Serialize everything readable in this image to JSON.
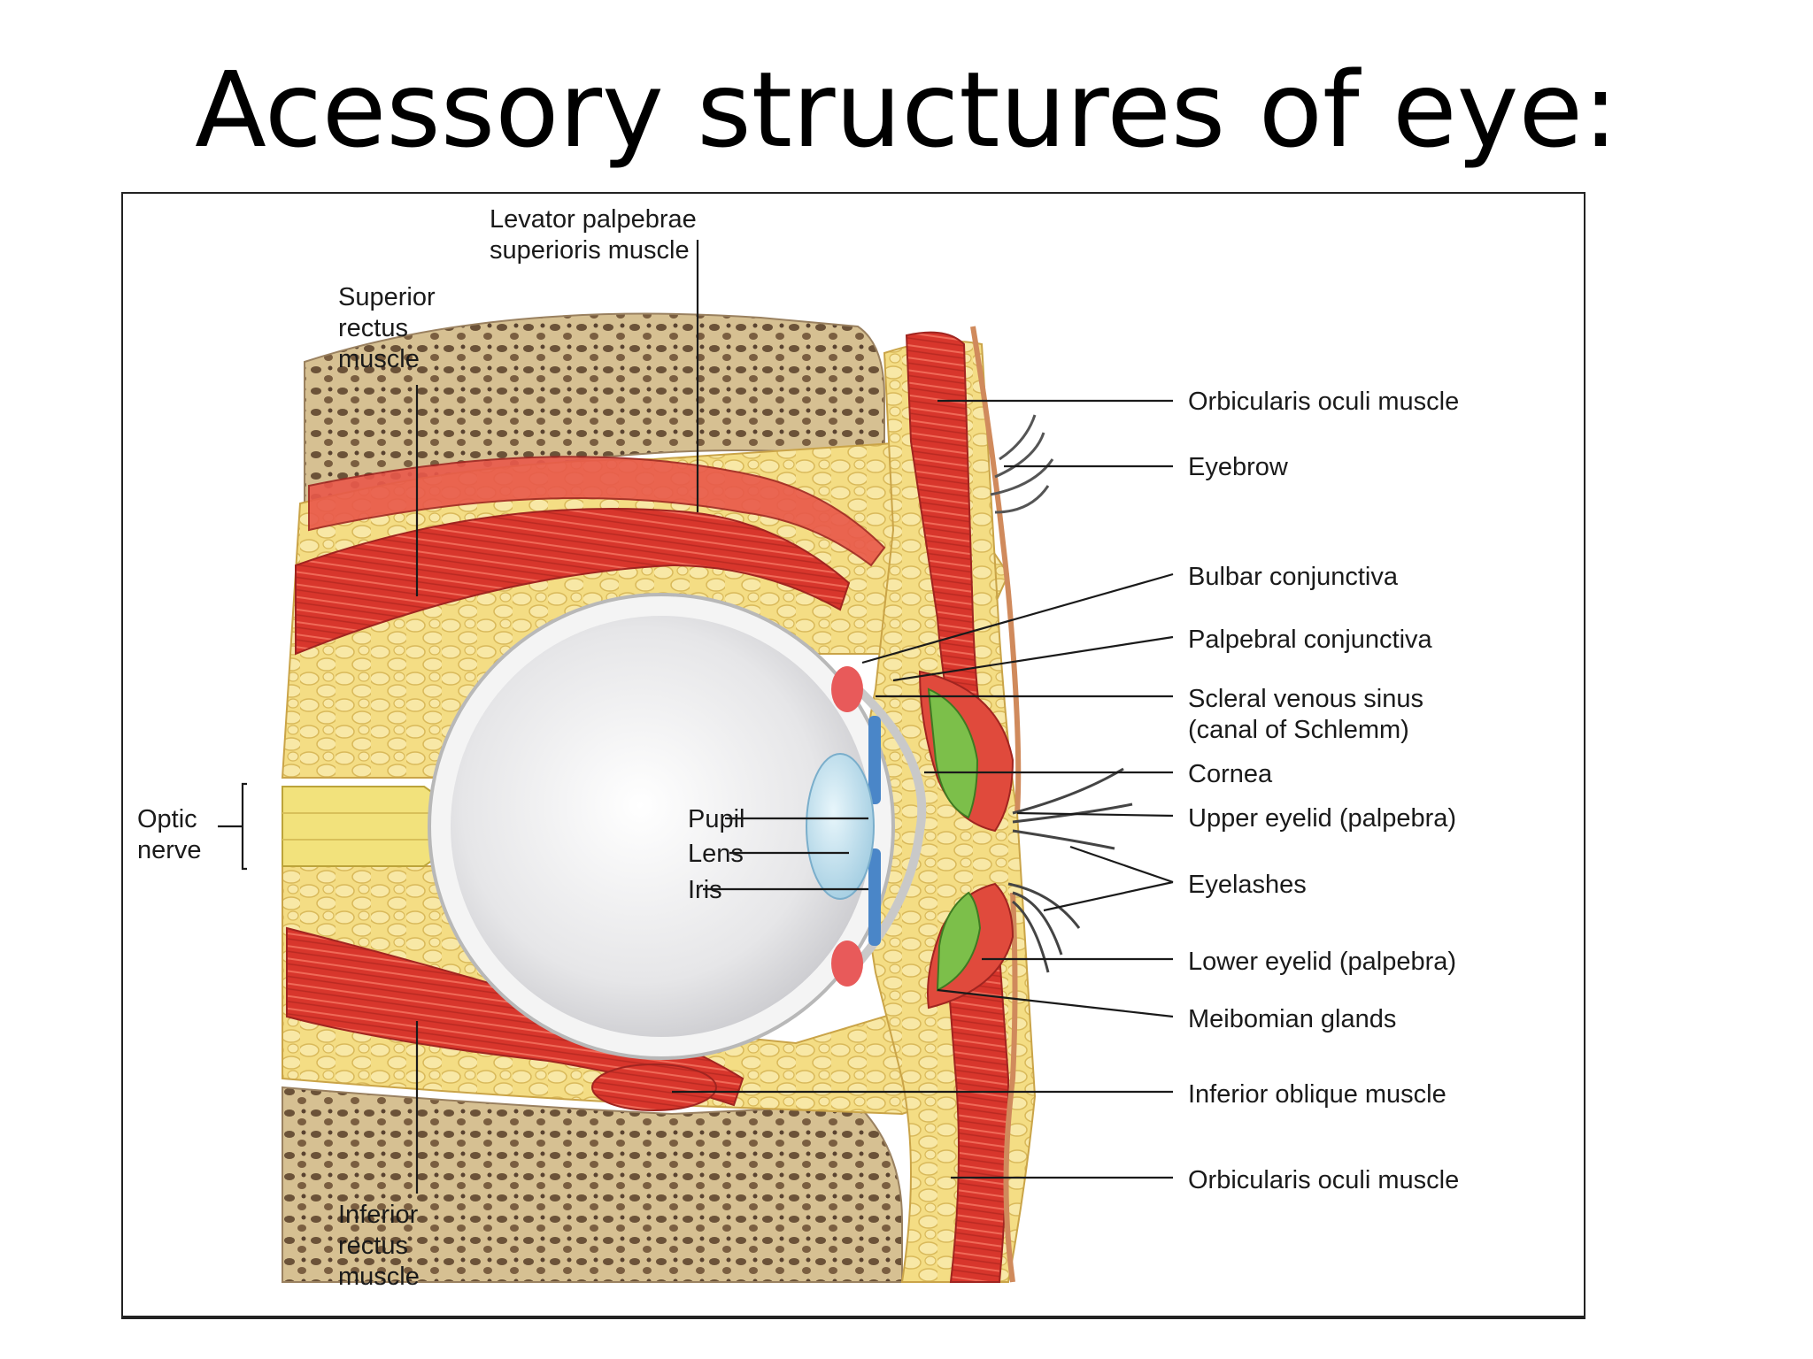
{
  "title": "Acessory structures of eye:",
  "labels": {
    "levator_1": "Levator palpebrae",
    "levator_2": "superioris muscle",
    "superior_rectus_1": "Superior",
    "superior_rectus_2": "rectus",
    "superior_rectus_3": "muscle",
    "optic_1": "Optic",
    "optic_2": "nerve",
    "pupil": "Pupil",
    "lens": "Lens",
    "iris": "Iris",
    "inferior_rectus_1": "Inferior",
    "inferior_rectus_2": "rectus",
    "inferior_rectus_3": "muscle",
    "orbicularis_top": "Orbicularis oculi muscle",
    "eyebrow": "Eyebrow",
    "bulbar": "Bulbar conjunctiva",
    "palpebral": "Palpebral conjunctiva",
    "scleral_1": "Scleral venous sinus",
    "scleral_2": "(canal of Schlemm)",
    "cornea": "Cornea",
    "upper_eyelid": "Upper eyelid (palpebra)",
    "eyelashes": "Eyelashes",
    "lower_eyelid": "Lower eyelid (palpebra)",
    "meibomian": "Meibomian glands",
    "inferior_oblique": "Inferior oblique muscle",
    "orbicularis_bottom": "Orbicularis oculi muscle"
  },
  "colors": {
    "muscle": "#d9382e",
    "fat": "#f3d978",
    "bone": "#d8c49a",
    "sclera": "#efefef",
    "lens": "#bfe0ee",
    "iris": "#4a86c8",
    "gland": "#7cbf4a"
  }
}
